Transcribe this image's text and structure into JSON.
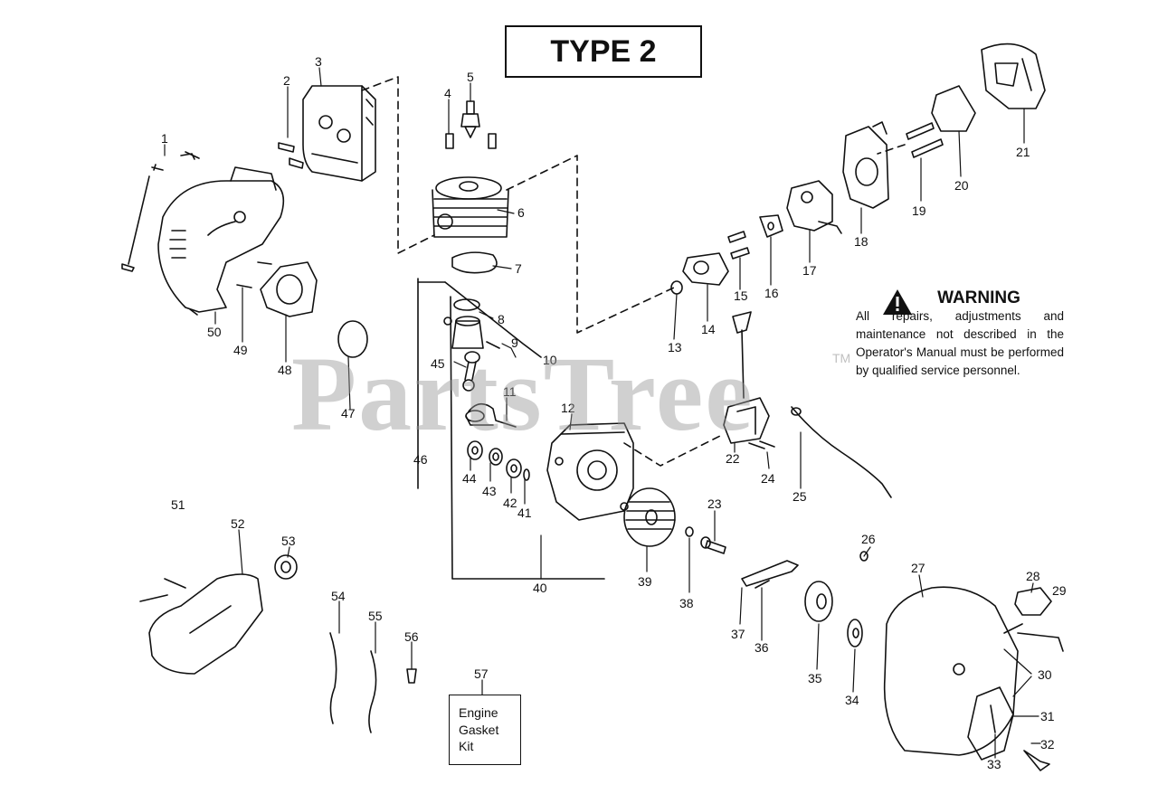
{
  "title": "TYPE 2",
  "watermark": "PartsTree",
  "watermark_tm": "TM",
  "warning": {
    "heading": "WARNING",
    "text": "All repairs, adjustments and maintenance not described in the Operator's Manual must be performed by qualified service personnel."
  },
  "kit": {
    "lines": [
      "Engine",
      "Gasket",
      "Kit"
    ]
  },
  "parts": [
    "1",
    "2",
    "3",
    "4",
    "5",
    "6",
    "7",
    "8",
    "9",
    "10",
    "11",
    "12",
    "13",
    "14",
    "15",
    "16",
    "17",
    "18",
    "19",
    "20",
    "21",
    "22",
    "23",
    "24",
    "25",
    "26",
    "27",
    "28",
    "29",
    "30",
    "31",
    "32",
    "33",
    "34",
    "35",
    "36",
    "37",
    "38",
    "39",
    "40",
    "41",
    "42",
    "43",
    "44",
    "45",
    "46",
    "47",
    "48",
    "49",
    "50",
    "51",
    "52",
    "53",
    "54",
    "55",
    "56",
    "57"
  ]
}
